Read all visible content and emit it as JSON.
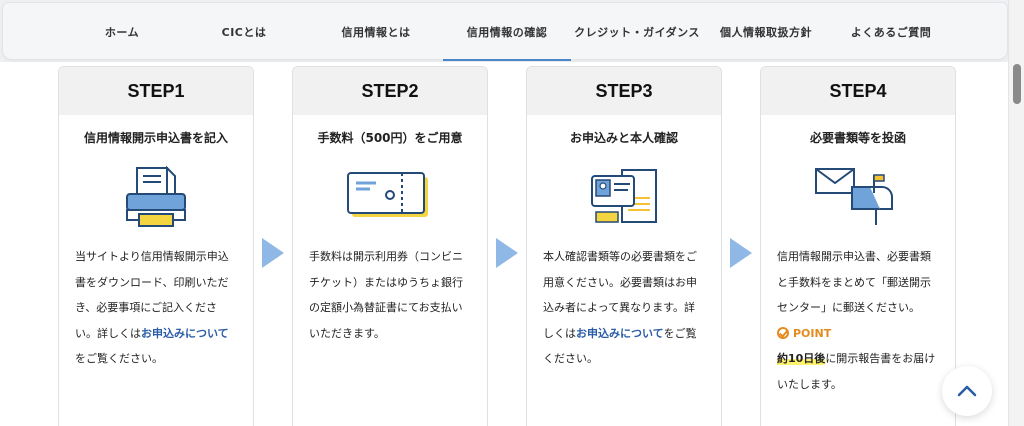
{
  "nav": {
    "items": [
      {
        "label": "ホーム"
      },
      {
        "label": "CICとは"
      },
      {
        "label": "信用情報とは"
      },
      {
        "label": "信用情報の確認"
      },
      {
        "label": "クレジット・ガイダンス"
      },
      {
        "label": "個人情報取扱方針"
      },
      {
        "label": "よくあるご質問"
      }
    ],
    "active_index": 3
  },
  "steps": [
    {
      "title": "STEP1",
      "subtitle": "信用情報開示申込書を記入",
      "illustration": "printer-icon",
      "text_before": "当サイトより信用情報開示申込書をダウンロード、印刷いただき、必要事項にご記入ください。詳しくは",
      "link": "お申込みについて",
      "text_after": "をご覧ください。"
    },
    {
      "title": "STEP2",
      "subtitle": "手数料（500円）をご用意",
      "illustration": "ticket-icon",
      "text": "手数料は開示利用券（コンビニチケット）またはゆうちょ銀行の定額小為替証書にてお支払いいただきます。"
    },
    {
      "title": "STEP3",
      "subtitle": "お申込みと本人確認",
      "illustration": "id-documents-icon",
      "text_before": "本人確認書類等の必要書類をご用意ください。必要書類はお申込み者によって異なります。詳しくは",
      "link": "お申込みについて",
      "text_after": "をご覧ください。"
    },
    {
      "title": "STEP4",
      "subtitle": "必要書類等を投函",
      "illustration": "mailbox-icon",
      "text": "信用情報開示申込書、必要書類と手数料をまとめて「郵送開示センター」に郵送ください。",
      "point_label": "POINT",
      "point_highlight": "約10日後",
      "point_text": "に開示報告書をお届けいたします。"
    }
  ],
  "colors": {
    "accent": "#4a86c5",
    "arrow": "#8fb8e6",
    "link": "#2a5ca8",
    "point": "#e58a1f",
    "highlight": "#fff36b"
  }
}
